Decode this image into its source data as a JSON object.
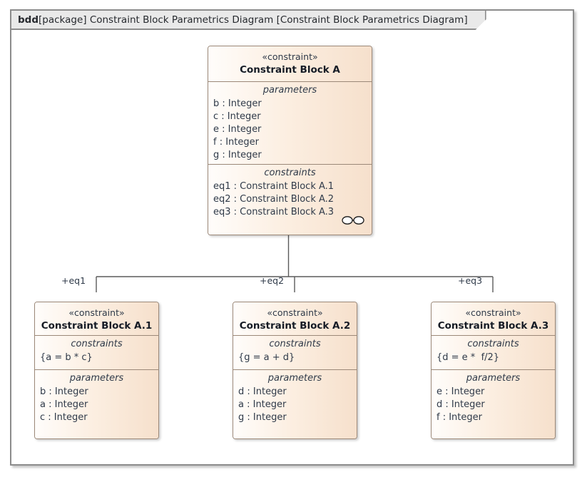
{
  "frame": {
    "kind": "bdd",
    "scope": "[package] Constraint Block Parametrics Diagram",
    "name": "[Constraint Block Parametrics Diagram]",
    "border_color": "#8c8c8c",
    "tab_background": "#e9e9e9"
  },
  "theme": {
    "block_border": "#9b8878",
    "block_fill_light": "#fffdfb",
    "block_fill_dark": "#f6e0cc",
    "text_color": "#2f3a49",
    "connector_color": "#5a5a5a",
    "diamond_color": "#5a5a5a"
  },
  "parent_block": {
    "stereotype": "«constraint»",
    "name": "Constraint Block A",
    "parameters_title": "parameters",
    "parameters": [
      "b : Integer",
      "c : Integer",
      "e : Integer",
      "f : Integer",
      "g : Integer"
    ],
    "constraints_title": "constraints",
    "constraints": [
      "eq1 : Constraint Block A.1",
      "eq2 : Constraint Block A.2",
      "eq3 : Constraint Block A.3"
    ],
    "icon": "parametric-binding-icon"
  },
  "child_blocks": [
    {
      "stereotype": "«constraint»",
      "name": "Constraint Block A.1",
      "constraints_title": "constraints",
      "constraints": [
        "{a = b * c}"
      ],
      "parameters_title": "parameters",
      "parameters": [
        "b : Integer",
        "a : Integer",
        "c : Integer"
      ],
      "edge_label": "+eq1"
    },
    {
      "stereotype": "«constraint»",
      "name": "Constraint Block A.2",
      "constraints_title": "constraints",
      "constraints": [
        "{g = a + d}"
      ],
      "parameters_title": "parameters",
      "parameters": [
        "d : Integer",
        "a : Integer",
        "g : Integer"
      ],
      "edge_label": "+eq2"
    },
    {
      "stereotype": "«constraint»",
      "name": "Constraint Block A.3",
      "constraints_title": "constraints",
      "constraints": [
        "{d = e *  f/2}"
      ],
      "parameters_title": "parameters",
      "parameters": [
        "e : Integer",
        "d : Integer",
        "f : Integer"
      ],
      "edge_label": "+eq3"
    }
  ]
}
